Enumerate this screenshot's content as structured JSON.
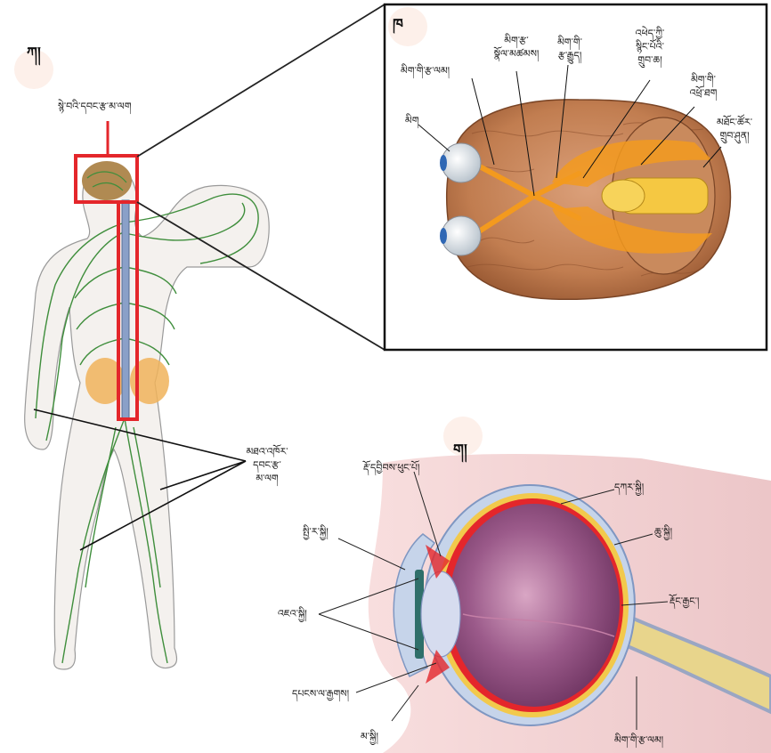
{
  "panels": {
    "a": "ཀ།",
    "b": "ཁ",
    "c": "ག།"
  },
  "figure_a": {
    "brain_spine_label": "སྙེ་བའི་དབང་རྩ་མ་ལག",
    "peripheral_label": [
      "མཐའ་འཁོར་",
      "དབང་རྩ་",
      "མ་ལག"
    ]
  },
  "figure_b": {
    "eye": "མིག",
    "optic_nerve": "མིག་གི་རྩ་ལམ།",
    "optic_chiasm": [
      "མིག་རྩ་",
      "སྣོལ་མཚམས།"
    ],
    "optic_tract": [
      "མིག་གི་",
      "རྩ་རྒྱུད།"
    ],
    "lateral_geniculate": [
      "འཕེད་ཀྱི་",
      "སྙིང་པོའི་",
      "གྲུབ་ཆ།"
    ],
    "optic_radiation": [
      "མིག་གི་",
      "འཕྲོ་ཐག"
    ],
    "visual_cortex": [
      "མཐོང་ཚོར་",
      "གྲུབ་ཤུན།"
    ]
  },
  "figure_c": {
    "ciliary_body": "རྡོ་དབྱིབས་ཕུང་པོ།",
    "sclera": "དཀར་སྐྱི།",
    "choroid": "ཆུ་སྐྱི།",
    "cornea": "སྤྱི་ར་སྐྱི།",
    "iris": "འཇའ་སྐྱི།",
    "retina": "རྡོང་རྒྱང་།",
    "suspensory_ligament": "དཔངས་ལ་རྒྱགས།",
    "conjunctiva": "མ་སྐྱི།",
    "optic_nerve": "མིག་གི་རྩ་ལམ།"
  },
  "colors": {
    "highlight": "#e4262b",
    "nerve": "#3f8e3c",
    "brain": "#c98656",
    "optic_path": "#f39a1e",
    "eye_interior": "#8a4a78"
  }
}
